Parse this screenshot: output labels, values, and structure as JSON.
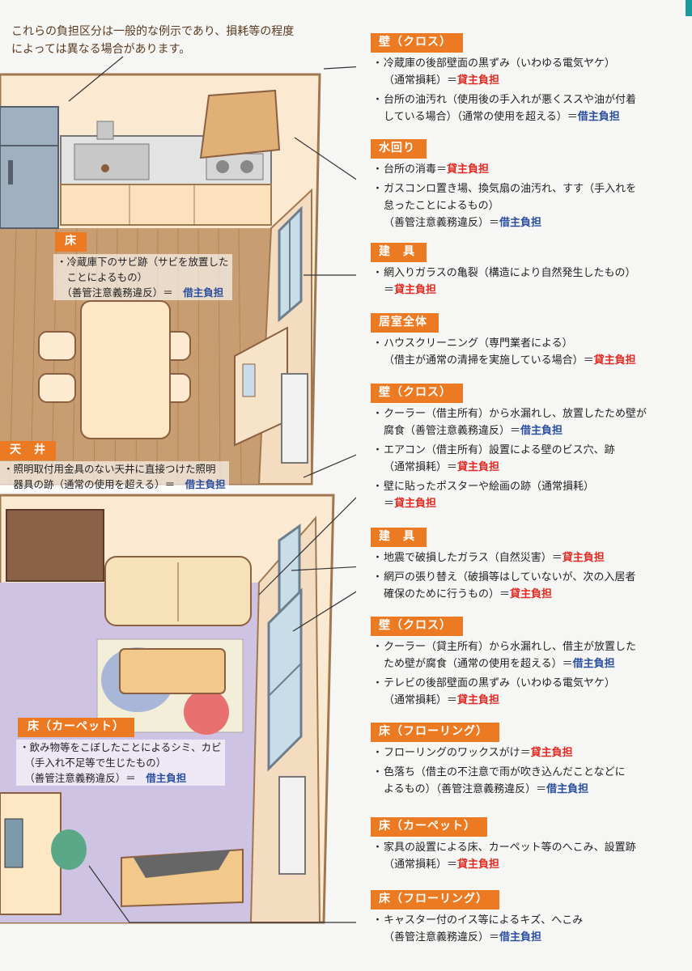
{
  "note": {
    "line1": "これらの負担区分は一般的な例示であり、損耗等の程度",
    "line2": "によっては異なる場合があります。"
  },
  "colors": {
    "accent": "#ec7a22",
    "tenant": "#2a4fa0",
    "landlord": "#e02a22"
  },
  "labels": {
    "floor": {
      "title": "床",
      "l1a": "・冷蔵庫下のサビ跡（サビを放置した",
      "l2a": "　ことによるもの）",
      "l3a": "　（善管注意義務違反）＝　",
      "l3b": "借主負担"
    },
    "ceiling": {
      "title": "天　井",
      "l1a": "・照明取付用金具のない天井に直接つけた照明",
      "l2a": "　器具の跡（通常の使用を超える）＝　",
      "l2b": "借主負担"
    },
    "carpet": {
      "title": "床（カーペット）",
      "l1a": "・飲み物等をこぼしたことによるシミ、カビ",
      "l2a": "　（手入れ不足等で生じたもの）",
      "l3a": "　（善管注意義務違反）＝　",
      "l3b": "借主負担"
    }
  },
  "sections": {
    "s1": {
      "title": "壁（クロス）",
      "i1": {
        "a": "冷蔵庫の後部壁面の黒ずみ（いわゆる電気ヤケ）",
        "b": "（通常損耗）＝",
        "c": "貸主負担"
      },
      "i2": {
        "a": "台所の油汚れ（使用後の手入れが悪くススや油が付着",
        "b": "している場合）（通常の使用を超える）＝",
        "c": "借主負担"
      }
    },
    "s2": {
      "title": "水回り",
      "i1": {
        "a": "台所の消毒＝",
        "b": "貸主負担"
      },
      "i2": {
        "a": "ガスコンロ置き場、換気扇の油汚れ、すす（手入れを",
        "b": "怠ったことによるもの）",
        "c": "（善管注意義務違反）＝",
        "d": "借主負担"
      }
    },
    "s3": {
      "title": "建　具",
      "i1": {
        "a": "網入りガラスの亀裂（構造により自然発生したもの）",
        "b": "＝",
        "c": "貸主負担"
      }
    },
    "s4": {
      "title": "居室全体",
      "i1": {
        "a": "ハウスクリーニング（専門業者による）",
        "b": "（借主が通常の清掃を実施している場合）＝",
        "c": "貸主負担"
      }
    },
    "s5": {
      "title": "壁（クロス）",
      "i1": {
        "a": "クーラー（借主所有）から水漏れし、放置したため壁が",
        "b": "腐食（善管注意義務違反）＝",
        "c": "借主負担"
      },
      "i2": {
        "a": "エアコン（借主所有）設置による壁のビス穴、跡",
        "b": "（通常損耗）＝",
        "c": "貸主負担"
      },
      "i3": {
        "a": "壁に貼ったポスターや絵画の跡（通常損耗）",
        "b": "＝",
        "c": "貸主負担"
      }
    },
    "s6": {
      "title": "建　具",
      "i1": {
        "a": "地震で破損したガラス（自然災害）＝",
        "b": "貸主負担"
      },
      "i2": {
        "a": "網戸の張り替え（破損等はしていないが、次の入居者",
        "b": "確保のために行うもの）＝",
        "c": "貸主負担"
      }
    },
    "s7": {
      "title": "壁（クロス）",
      "i1": {
        "a": "クーラー（貸主所有）から水漏れし、借主が放置した",
        "b": "ため壁が腐食（通常の使用を超える）＝",
        "c": "借主負担"
      },
      "i2": {
        "a": "テレビの後部壁面の黒ずみ（いわゆる電気ヤケ）",
        "b": "（通常損耗）＝",
        "c": "貸主負担"
      }
    },
    "s8": {
      "title": "床（フローリング）",
      "i1": {
        "a": "フローリングのワックスがけ＝",
        "b": "貸主負担"
      },
      "i2": {
        "a": "色落ち（借主の不注意で雨が吹き込んだことなどに",
        "b": "よるもの）（善管注意義務違反）＝",
        "c": "借主負担"
      }
    },
    "s9": {
      "title": "床（カーペット）",
      "i1": {
        "a": "家具の設置による床、カーペット等のへこみ、設置跡",
        "b": "（通常損耗）＝",
        "c": "貸主負担"
      }
    },
    "s10": {
      "title": "床（フローリング）",
      "i1": {
        "a": "キャスター付のイス等によるキズ、へこみ",
        "b": "（善管注意義務違反）＝",
        "c": "借主負担"
      }
    }
  }
}
